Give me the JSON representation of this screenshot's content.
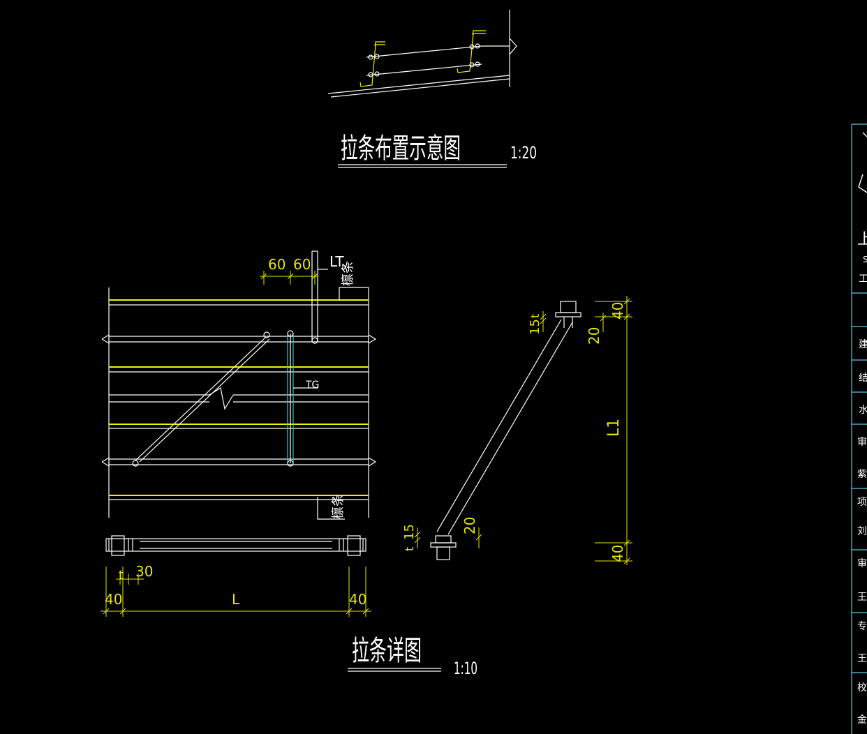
{
  "colors": {
    "background": "#000000",
    "line_white": "#ffffff",
    "dimension_yellow": "#e6e600",
    "purlin_yellow": "#f2f200",
    "tie_cyan": "#33cccc",
    "frame_cyan": "#4aa8c0"
  },
  "top_view": {
    "title": "拉条布置示意图",
    "scale": "1:20"
  },
  "detail_view": {
    "title": "拉条详图",
    "scale": "1:10",
    "labels": {
      "lt": "LT",
      "tg": "TG",
      "purlin_top": "檩条",
      "purlin_bottom": "檩条"
    },
    "dims_plan": [
      "60",
      "60"
    ],
    "dims_rod": [
      "t",
      "30",
      "40",
      "L",
      "40"
    ],
    "dims_bent": [
      "15",
      "t",
      "20",
      "40",
      "L1",
      "40",
      "t",
      "15",
      "20"
    ]
  },
  "title_block": {
    "cells": [
      "上",
      "S",
      "工",
      "建",
      "结",
      "水",
      "审",
      "紫",
      "项",
      "刘",
      "审",
      "王",
      "专",
      "王",
      "校",
      "金"
    ]
  }
}
